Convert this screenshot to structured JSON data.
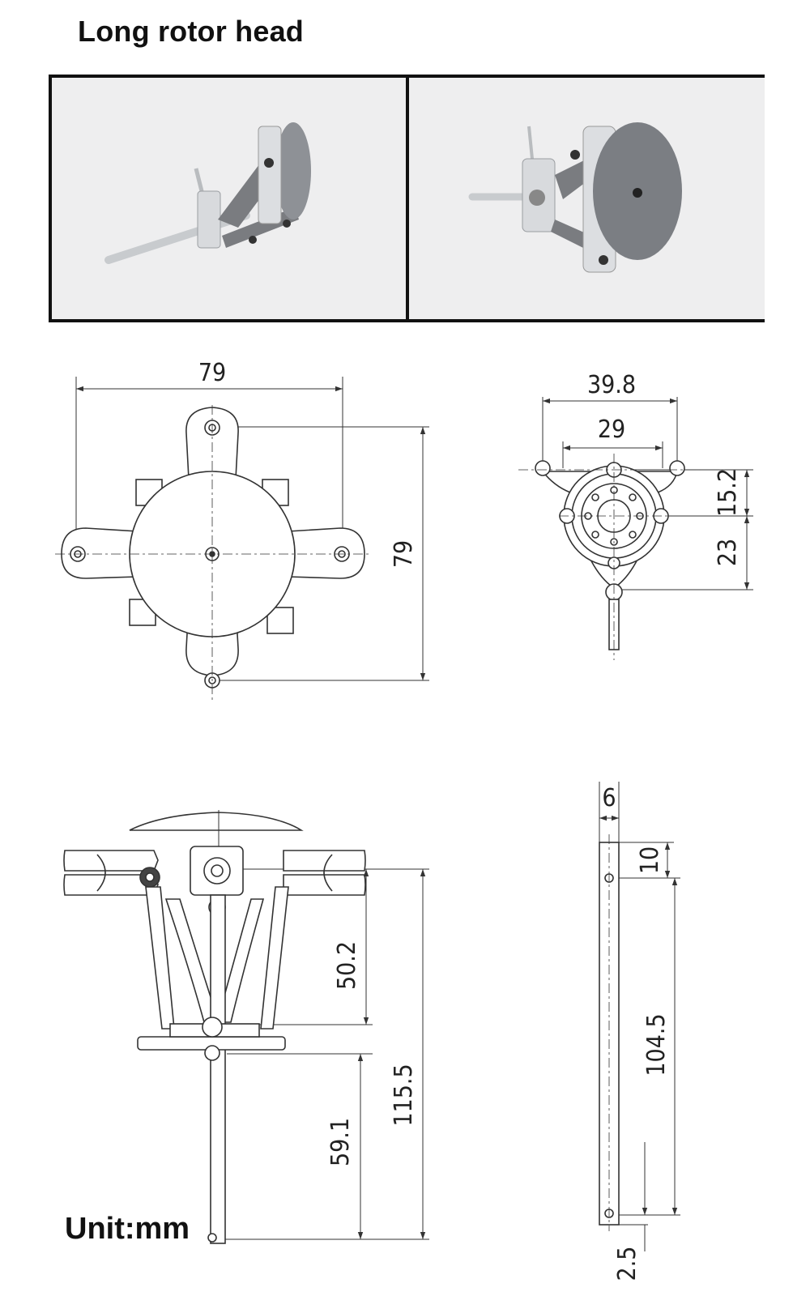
{
  "title": "Long rotor head",
  "unit_label": "Unit:mm",
  "dimensions": {
    "top_width": "79",
    "top_height": "79",
    "swash_outer": "39.8",
    "swash_inner": "29",
    "swash_upper": "15.2",
    "swash_lower": "23",
    "side_upper": "50.2",
    "side_total": "115.5",
    "side_lower": "59.1",
    "shaft_dia": "6",
    "shaft_top": "10",
    "shaft_length": "104.5",
    "shaft_bottom": "2.5"
  },
  "colors": {
    "line": "#333333",
    "part": "#ffffff",
    "disc": "#9a9ea3",
    "metal": "#d6d8db"
  }
}
